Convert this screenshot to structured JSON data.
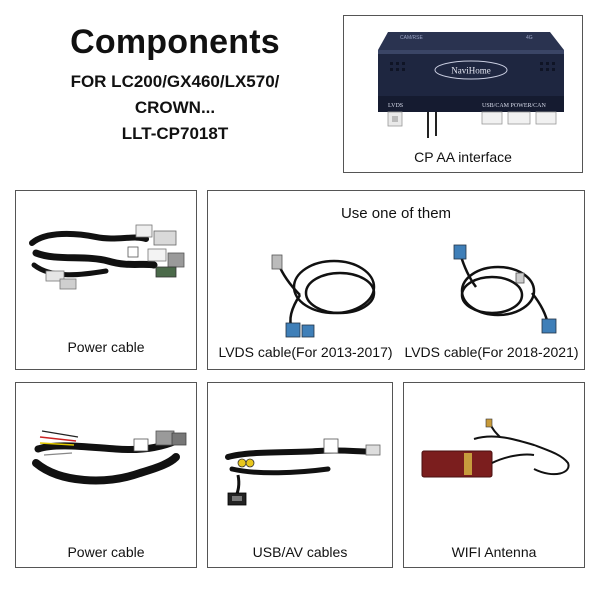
{
  "header": {
    "title": "Components",
    "subtitle_lines": [
      "FOR LC200/GX460/LX570/",
      "CROWN...",
      "LLT-CP7018T"
    ]
  },
  "interface_box": {
    "caption": "CP AA interface",
    "device": {
      "brand": "NaviHome",
      "label_lvds": "LVDS",
      "label_ports": "USB/CAM POWER/CAN",
      "top_left_text": "CAM/RSE",
      "top_right_text": "4G"
    }
  },
  "power_cable_top": {
    "caption": "Power cable"
  },
  "lvds_group": {
    "title": "Use one of them",
    "items": [
      {
        "caption": "LVDS cable(For 2013-2017)"
      },
      {
        "caption": "LVDS cable(For 2018-2021)"
      }
    ]
  },
  "bottom_row": [
    {
      "caption": "Power cable"
    },
    {
      "caption": "USB/AV cables"
    },
    {
      "caption": "WIFI Antenna"
    }
  ]
}
